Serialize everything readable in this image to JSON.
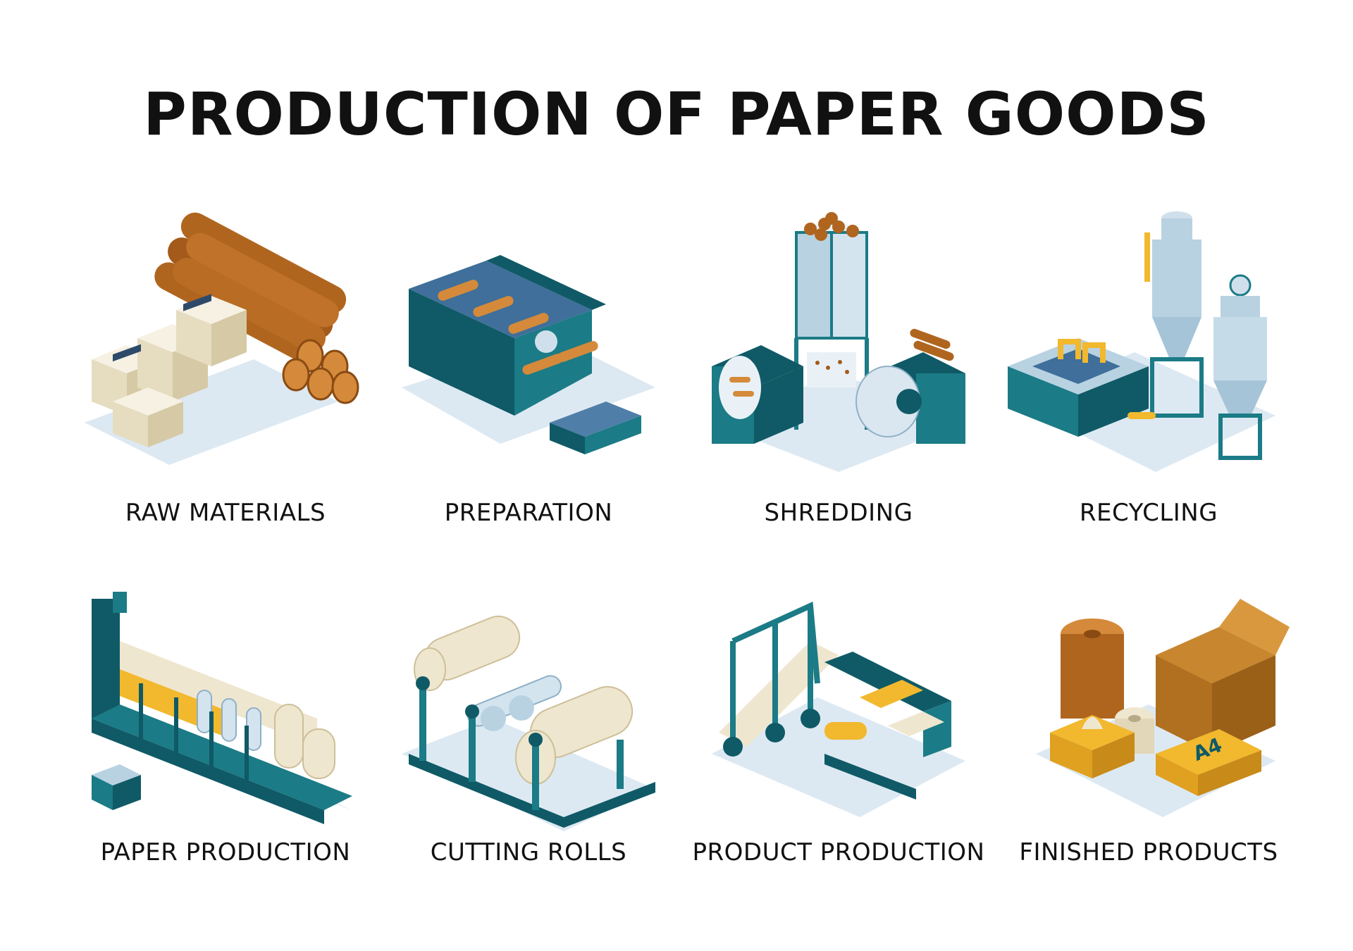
{
  "title": "PRODUCTION OF PAPER GOODS",
  "steps": [
    {
      "label": "RAW MATERIALS",
      "icon": "logs-and-paper-stacks-icon"
    },
    {
      "label": "PREPARATION",
      "icon": "debarking-machine-icon"
    },
    {
      "label": "SHREDDING",
      "icon": "wood-chipper-icon"
    },
    {
      "label": "RECYCLING",
      "icon": "pulp-tanks-icon"
    },
    {
      "label": "PAPER PRODUCTION",
      "icon": "paper-machine-icon"
    },
    {
      "label": "CUTTING ROLLS",
      "icon": "roll-cutter-icon"
    },
    {
      "label": "PRODUCT PRODUCTION",
      "icon": "converting-line-icon"
    },
    {
      "label": "FINISHED PRODUCTS",
      "icon": "paper-goods-icon"
    }
  ],
  "colors": {
    "teal_dark": "#0f5a66",
    "teal": "#1b7b86",
    "wood": "#b0651f",
    "wood_light": "#d48a3a",
    "paper": "#efe6cf",
    "steel": "#b8d2e2",
    "yellow": "#f2b82e",
    "cardboard": "#c8862e",
    "shadow": "#dde9f2"
  }
}
